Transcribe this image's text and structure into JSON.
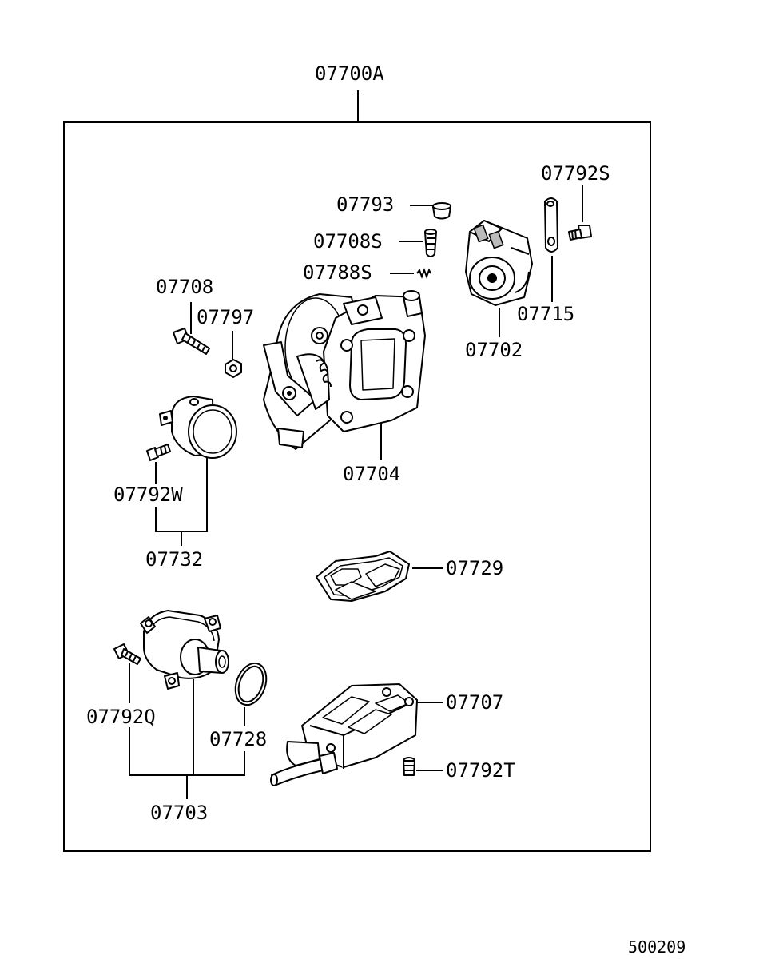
{
  "assembly_label": "07700A",
  "parts": {
    "p07792S": "07792S",
    "p07793": "07793",
    "p07708S": "07708S",
    "p07788S": "07788S",
    "p07708": "07708",
    "p07797": "07797",
    "p07715": "07715",
    "p07702": "07702",
    "p07704": "07704",
    "p07792W": "07792W",
    "p07732": "07732",
    "p07729": "07729",
    "p07707": "07707",
    "p07792Q": "07792Q",
    "p07728": "07728",
    "p07792T": "07792T",
    "p07703": "07703"
  },
  "figure_number": "500209"
}
